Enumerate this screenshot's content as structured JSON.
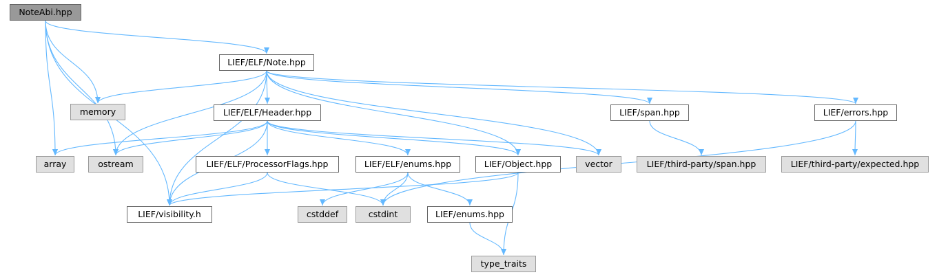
{
  "diagram": {
    "edge_color": "#63b8ff",
    "nodes": [
      {
        "id": "noteabi",
        "label": "NoteAbi.hpp",
        "kind": "root"
      },
      {
        "id": "note",
        "label": "LIEF/ELF/Note.hpp",
        "kind": "internal"
      },
      {
        "id": "memory",
        "label": "memory",
        "kind": "external"
      },
      {
        "id": "header",
        "label": "LIEF/ELF/Header.hpp",
        "kind": "internal"
      },
      {
        "id": "span",
        "label": "LIEF/span.hpp",
        "kind": "internal"
      },
      {
        "id": "errors",
        "label": "LIEF/errors.hpp",
        "kind": "internal"
      },
      {
        "id": "array",
        "label": "array",
        "kind": "external"
      },
      {
        "id": "ostream",
        "label": "ostream",
        "kind": "external"
      },
      {
        "id": "procflags",
        "label": "LIEF/ELF/ProcessorFlags.hpp",
        "kind": "internal"
      },
      {
        "id": "elfenums",
        "label": "LIEF/ELF/enums.hpp",
        "kind": "internal"
      },
      {
        "id": "object",
        "label": "LIEF/Object.hpp",
        "kind": "internal"
      },
      {
        "id": "vector",
        "label": "vector",
        "kind": "external"
      },
      {
        "id": "tpspan",
        "label": "LIEF/third-party/span.hpp",
        "kind": "external"
      },
      {
        "id": "tpexpected",
        "label": "LIEF/third-party/expected.hpp",
        "kind": "external"
      },
      {
        "id": "visibility",
        "label": "LIEF/visibility.h",
        "kind": "internal"
      },
      {
        "id": "cstddef",
        "label": "cstddef",
        "kind": "external"
      },
      {
        "id": "cstdint",
        "label": "cstdint",
        "kind": "external"
      },
      {
        "id": "enums",
        "label": "LIEF/enums.hpp",
        "kind": "internal"
      },
      {
        "id": "typetraits",
        "label": "type_traits",
        "kind": "external"
      }
    ],
    "edges": [
      {
        "from": "noteabi",
        "to": "note"
      },
      {
        "from": "noteabi",
        "to": "memory"
      },
      {
        "from": "noteabi",
        "to": "array"
      },
      {
        "from": "noteabi",
        "to": "ostream"
      },
      {
        "from": "noteabi",
        "to": "visibility"
      },
      {
        "from": "note",
        "to": "memory"
      },
      {
        "from": "note",
        "to": "header"
      },
      {
        "from": "note",
        "to": "span"
      },
      {
        "from": "note",
        "to": "errors"
      },
      {
        "from": "note",
        "to": "ostream"
      },
      {
        "from": "note",
        "to": "object"
      },
      {
        "from": "note",
        "to": "vector"
      },
      {
        "from": "note",
        "to": "visibility"
      },
      {
        "from": "header",
        "to": "array"
      },
      {
        "from": "header",
        "to": "ostream"
      },
      {
        "from": "header",
        "to": "procflags"
      },
      {
        "from": "header",
        "to": "elfenums"
      },
      {
        "from": "header",
        "to": "object"
      },
      {
        "from": "header",
        "to": "vector"
      },
      {
        "from": "header",
        "to": "visibility"
      },
      {
        "from": "span",
        "to": "tpspan"
      },
      {
        "from": "errors",
        "to": "tpexpected"
      },
      {
        "from": "errors",
        "to": "cstdint"
      },
      {
        "from": "procflags",
        "to": "visibility"
      },
      {
        "from": "procflags",
        "to": "cstdint"
      },
      {
        "from": "elfenums",
        "to": "cstddef"
      },
      {
        "from": "elfenums",
        "to": "cstdint"
      },
      {
        "from": "elfenums",
        "to": "enums"
      },
      {
        "from": "object",
        "to": "visibility"
      },
      {
        "from": "object",
        "to": "typetraits"
      },
      {
        "from": "enums",
        "to": "typetraits"
      }
    ]
  }
}
